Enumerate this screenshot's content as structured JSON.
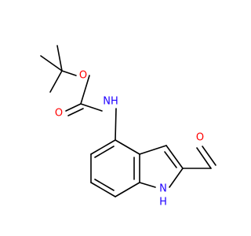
{
  "molecule": {
    "atoms": {
      "nh_carbamate": {
        "text": "NH",
        "color": "#1F00FF"
      },
      "o_ester": {
        "text": "O",
        "color": "#FF0000"
      },
      "o_carbonyl": {
        "text": "O",
        "color": "#FF0000"
      },
      "o_aldehyde": {
        "text": "O",
        "color": "#FF0000"
      },
      "nh_indole_n": {
        "text": "N",
        "color": "#1F00FF"
      },
      "nh_indole_h": {
        "text": "H",
        "color": "#1F00FF"
      }
    },
    "bond_color": "#000000",
    "background": "#FFFFFF"
  }
}
